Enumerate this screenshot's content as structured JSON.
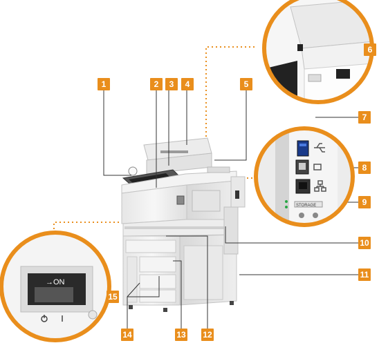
{
  "colors": {
    "callout": "#e98e1c",
    "leader": "#e98e1c",
    "machine_body": "#f1f1f1",
    "machine_edge": "#c8c8c8"
  },
  "inset_usb": {
    "switch_text": "→ON",
    "port_sticker": "STORAGE"
  },
  "icons": {
    "usb": "usb-icon",
    "lan": "lan-icon",
    "power": "power-icon"
  },
  "badges": [
    {
      "num": "1"
    },
    {
      "num": "2"
    },
    {
      "num": "3"
    },
    {
      "num": "4"
    },
    {
      "num": "5"
    },
    {
      "num": "6"
    },
    {
      "num": "7"
    },
    {
      "num": "8"
    },
    {
      "num": "9"
    },
    {
      "num": "10"
    },
    {
      "num": "11"
    },
    {
      "num": "12"
    },
    {
      "num": "13"
    },
    {
      "num": "14"
    },
    {
      "num": "15"
    }
  ]
}
